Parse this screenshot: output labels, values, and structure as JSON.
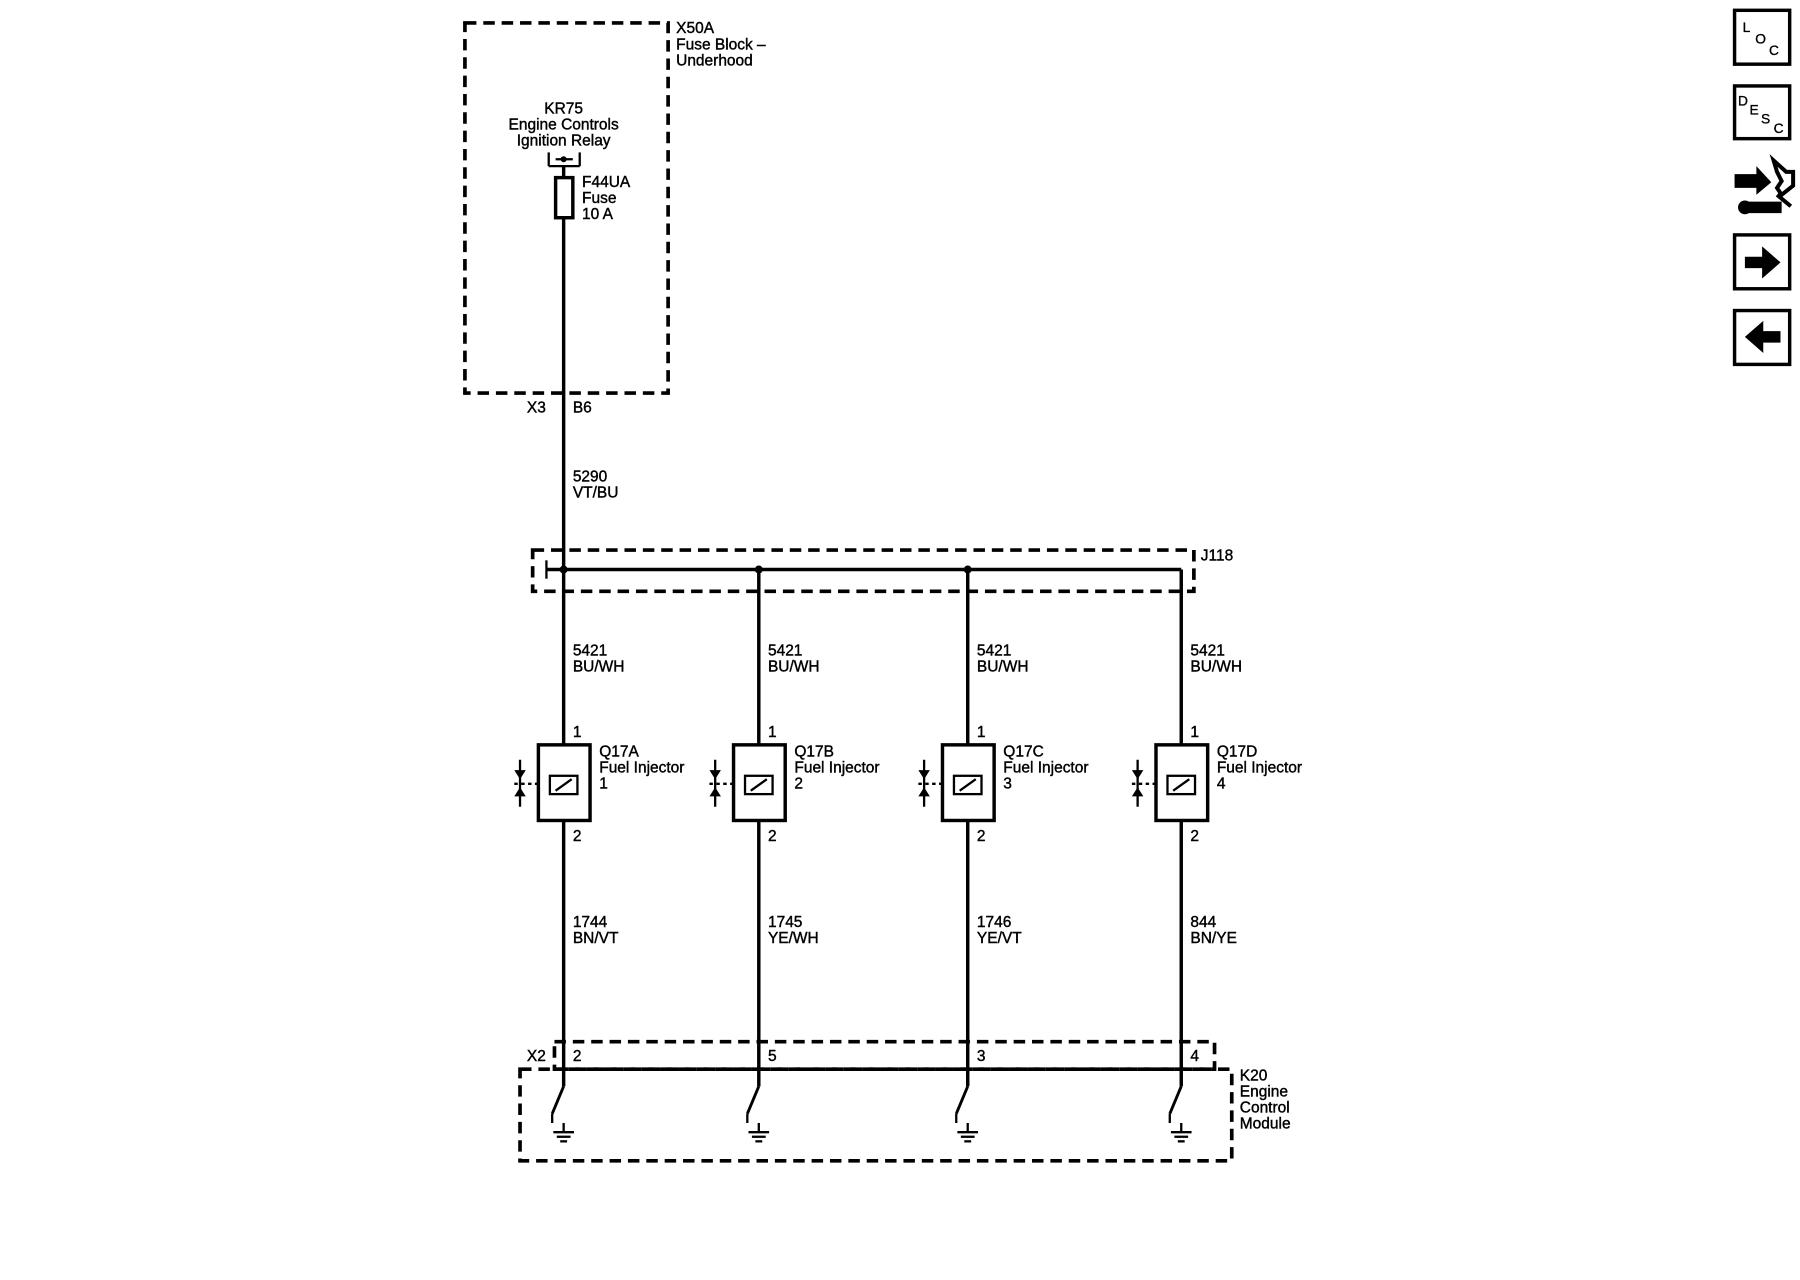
{
  "fuse_block": {
    "id": "X50A",
    "name_lines": [
      "Fuse Block –",
      "Underhood"
    ],
    "connector": "X3",
    "pin": "B6"
  },
  "relay": {
    "lines": [
      "KR75",
      "Engine Controls",
      "Ignition Relay"
    ]
  },
  "fuse": {
    "lines": [
      "F44UA",
      "Fuse",
      "10 A"
    ]
  },
  "supply_wire": {
    "circuit": "5290",
    "color": "VT/BU"
  },
  "splice": {
    "id": "J118"
  },
  "injectors": [
    {
      "id": "Q17A",
      "label": "Fuel Injector",
      "number": "1",
      "pin_top": "1",
      "pin_bottom": "2",
      "feed_circuit": "5421",
      "feed_color": "BU/WH",
      "control_circuit": "1744",
      "control_color": "BN/VT",
      "ecm_pin": "2"
    },
    {
      "id": "Q17B",
      "label": "Fuel Injector",
      "number": "2",
      "pin_top": "1",
      "pin_bottom": "2",
      "feed_circuit": "5421",
      "feed_color": "BU/WH",
      "control_circuit": "1745",
      "control_color": "YE/WH",
      "ecm_pin": "5"
    },
    {
      "id": "Q17C",
      "label": "Fuel Injector",
      "number": "3",
      "pin_top": "1",
      "pin_bottom": "2",
      "feed_circuit": "5421",
      "feed_color": "BU/WH",
      "control_circuit": "1746",
      "control_color": "YE/VT",
      "ecm_pin": "3"
    },
    {
      "id": "Q17D",
      "label": "Fuel Injector",
      "number": "4",
      "pin_top": "1",
      "pin_bottom": "2",
      "feed_circuit": "5421",
      "feed_color": "BU/WH",
      "control_circuit": "844",
      "control_color": "BN/YE",
      "ecm_pin": "4"
    }
  ],
  "ecm": {
    "connector": "X2",
    "id": "K20",
    "name_lines": [
      "Engine",
      "Control",
      "Module"
    ]
  },
  "nav": {
    "loc_letters": [
      "L",
      "O",
      "C"
    ],
    "desc_letters": [
      "D",
      "E",
      "S",
      "C"
    ],
    "icons": [
      "location-icon",
      "description-icon",
      "connector-icon",
      "next-arrow-icon",
      "back-arrow-icon"
    ]
  }
}
